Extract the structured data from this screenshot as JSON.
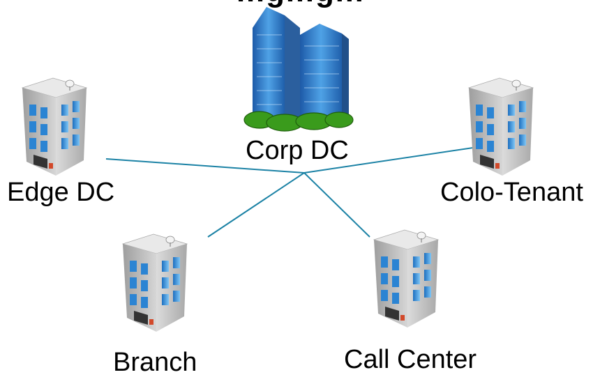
{
  "title": "…g…g…",
  "nodes": {
    "corp": {
      "label": "Corp DC"
    },
    "edge": {
      "label": "Edge DC"
    },
    "colo": {
      "label": "Colo-Tenant"
    },
    "branch": {
      "label": "Branch"
    },
    "callcenter": {
      "label": "Call Center"
    }
  },
  "colors": {
    "link": "#1b82a5",
    "glass": "#2f8fd8",
    "wall": "#c9c9c9",
    "tree": "#3a9b1c"
  },
  "icons": {
    "corp": "skyscraper-icon",
    "site": "office-building-icon"
  }
}
